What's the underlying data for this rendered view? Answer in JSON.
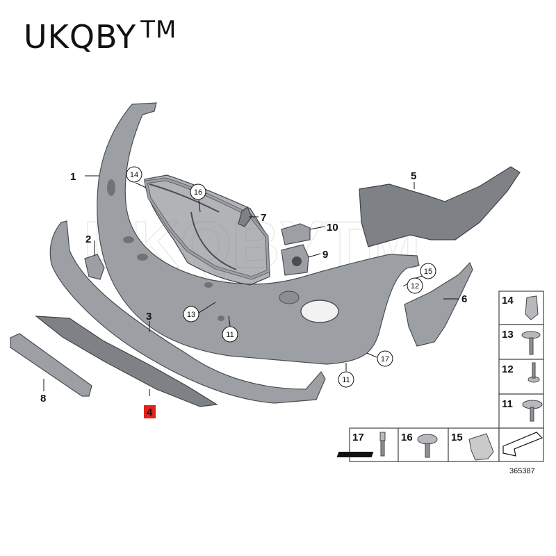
{
  "brand": {
    "name": "UKQBY",
    "tm": "TM"
  },
  "watermark": "UKQBYTM",
  "diagram_id": "365387",
  "highlight_color": "#e2231a",
  "callouts": {
    "p1": "1",
    "p2": "2",
    "p3": "3",
    "p4": "4",
    "p5": "5",
    "p6": "6",
    "p7": "7",
    "p8": "8",
    "p9": "9",
    "p10": "10",
    "p11a": "11",
    "p11b": "11",
    "p12": "12",
    "p13": "13",
    "p14": "14",
    "p15": "15",
    "p16": "16",
    "p17": "17"
  },
  "legend": {
    "col": [
      "14",
      "13",
      "12",
      "11"
    ],
    "row": [
      "17",
      "16",
      "15"
    ]
  }
}
